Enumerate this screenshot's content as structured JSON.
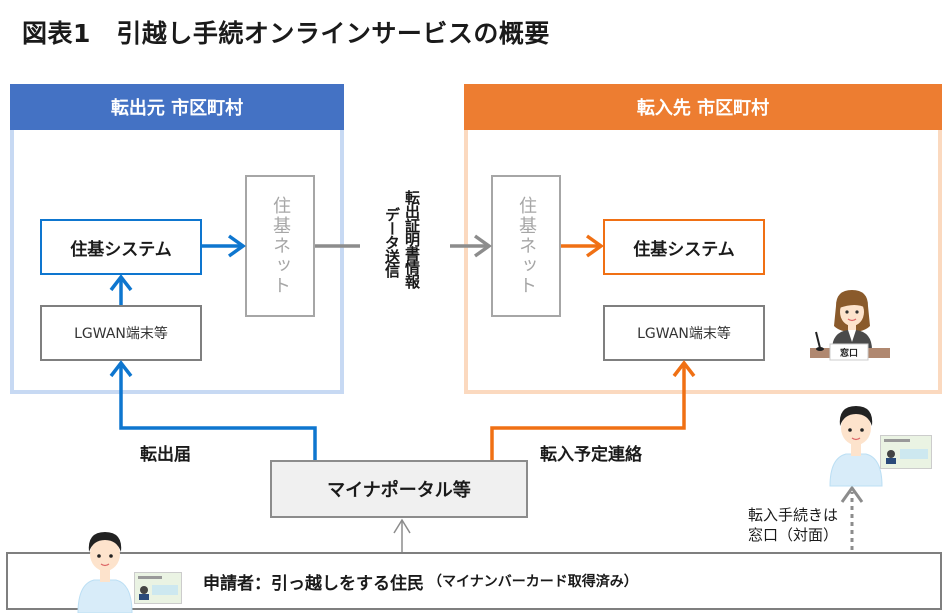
{
  "title": "図表1　引越し手続オンラインサービスの概要",
  "source_region": {
    "header": "転出元 市区町村",
    "system": "住基システム",
    "terminal": "LGWAN端末等",
    "network": "住基ネット"
  },
  "destination_region": {
    "header": "転入先 市区町村",
    "system": "住基システム",
    "terminal": "LGWAN端末等",
    "network": "住基ネット",
    "counter_sign": "窓口"
  },
  "transfer_label": {
    "line1": "転出証明書情報",
    "line2": "データ送信"
  },
  "flows": {
    "moving_out_notice": "転出届",
    "moving_in_notice": "転入予定連絡"
  },
  "portal": "マイナポータル等",
  "counter_note": {
    "line1": "転入手続きは",
    "line2": "窓口（対面）"
  },
  "applicant": {
    "main": "申請者：引っ越しをする住民",
    "sub": "（マイナンバーカード取得済み）"
  },
  "colors": {
    "source_accent": "#4472c4",
    "source_line": "#0e76cf",
    "destination_accent": "#ed7d31",
    "destination_line": "#f07014",
    "neutral_line": "#8c8c8c"
  }
}
